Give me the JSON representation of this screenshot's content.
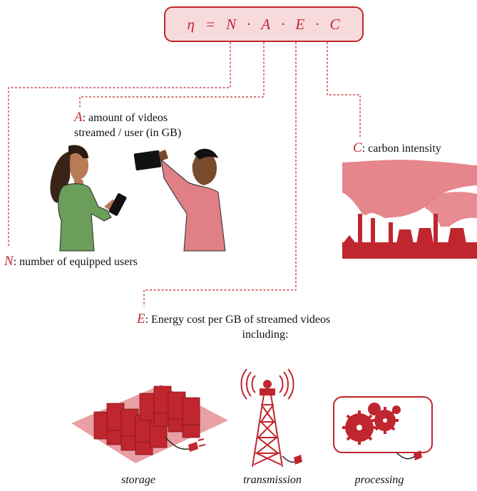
{
  "formula": {
    "eta": "η",
    "eq": "=",
    "N": "N",
    "A": "A",
    "E": "E",
    "C": "C",
    "dot": "·"
  },
  "labels": {
    "A_sym": "A",
    "A_line1": ": amount of videos",
    "A_line2": "streamed / user (in GB)",
    "C_sym": "C",
    "C_text": ": carbon intensity",
    "N_sym": "N",
    "N_text": ": number of equipped users",
    "E_sym": "E",
    "E_line1": ": Energy cost per GB of streamed videos",
    "E_line2": "including:"
  },
  "captions": {
    "storage": "storage",
    "transmission": "transmission",
    "processing": "processing"
  },
  "colors": {
    "accent": "#c0262e",
    "accent_light": "#f7dadc",
    "smoke": "#e37f86"
  },
  "icons": [
    "people-streaming-icon",
    "factory-smoke-icon",
    "server-racks-icon",
    "antenna-tower-icon",
    "gears-processing-icon",
    "plug-icon"
  ]
}
